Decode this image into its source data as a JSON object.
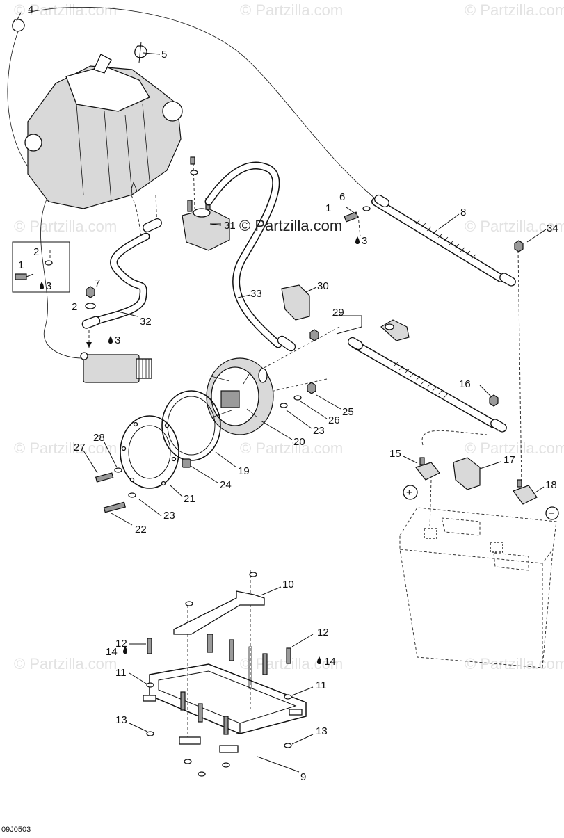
{
  "diagram": {
    "drawing_code": "09J0503",
    "watermark_main": "© Partzilla.com",
    "watermark_faint": "© Partzilla.com",
    "labels": {
      "n1a": "1",
      "n1b": "1",
      "n2a": "2",
      "n2b": "2",
      "n3a": "3",
      "n3b": "3",
      "n3c": "3",
      "n4": "4",
      "n5": "5",
      "n6": "6",
      "n7": "7",
      "n8": "8",
      "n9": "9",
      "n10": "10",
      "n11a": "11",
      "n11b": "11",
      "n12a": "12",
      "n12b": "12",
      "n13a": "13",
      "n13b": "13",
      "n14a": "14",
      "n14b": "14",
      "n15": "15",
      "n16": "16",
      "n17": "17",
      "n18": "18",
      "n19": "19",
      "n20": "20",
      "n21": "21",
      "n22": "22",
      "n23a": "23",
      "n23b": "23",
      "n24": "24",
      "n25": "25",
      "n26": "26",
      "n27": "27",
      "n28": "28",
      "n29": "29",
      "n30": "30",
      "n31": "31",
      "n32": "32",
      "n33": "33",
      "n34": "34",
      "plus": "+",
      "minus": "−"
    }
  }
}
